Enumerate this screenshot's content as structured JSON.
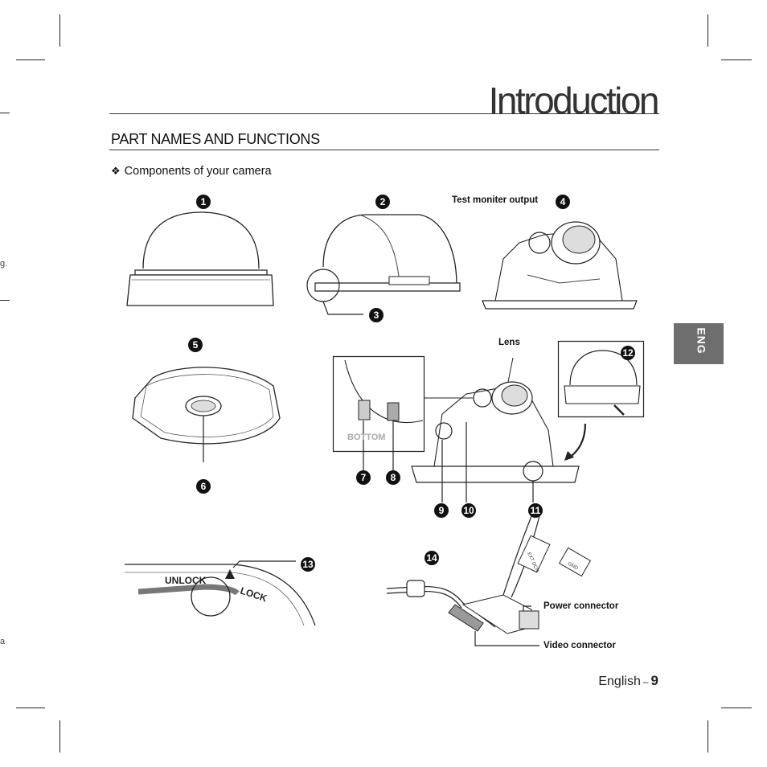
{
  "page": {
    "title": "Introduction",
    "section_title": "PART NAMES AND FUNCTIONS",
    "subsection_title": "Components of your camera",
    "subsection_marker": "❖",
    "side_tab": "ENG",
    "footer_lang": "English",
    "footer_sep": "–",
    "page_number": "9",
    "edge_fragment_1": "g.",
    "edge_fragment_2": "a"
  },
  "callouts": [
    "1",
    "2",
    "3",
    "4",
    "5",
    "6",
    "7",
    "8",
    "9",
    "10",
    "11",
    "12",
    "13",
    "14"
  ],
  "labels": {
    "test_monitor_output": "Test moniter output",
    "lens": "Lens",
    "power_connector": "Power connector",
    "video_connector": "Video connector",
    "unlock": "UNLOCK",
    "lock": "LOCK",
    "bottom": "BOTTOM",
    "ext_dc": "EXT DCN",
    "gnd": "GND"
  },
  "colors": {
    "text": "#1a1a1a",
    "tab_background": "#6e6e6e",
    "line": "#222222"
  }
}
